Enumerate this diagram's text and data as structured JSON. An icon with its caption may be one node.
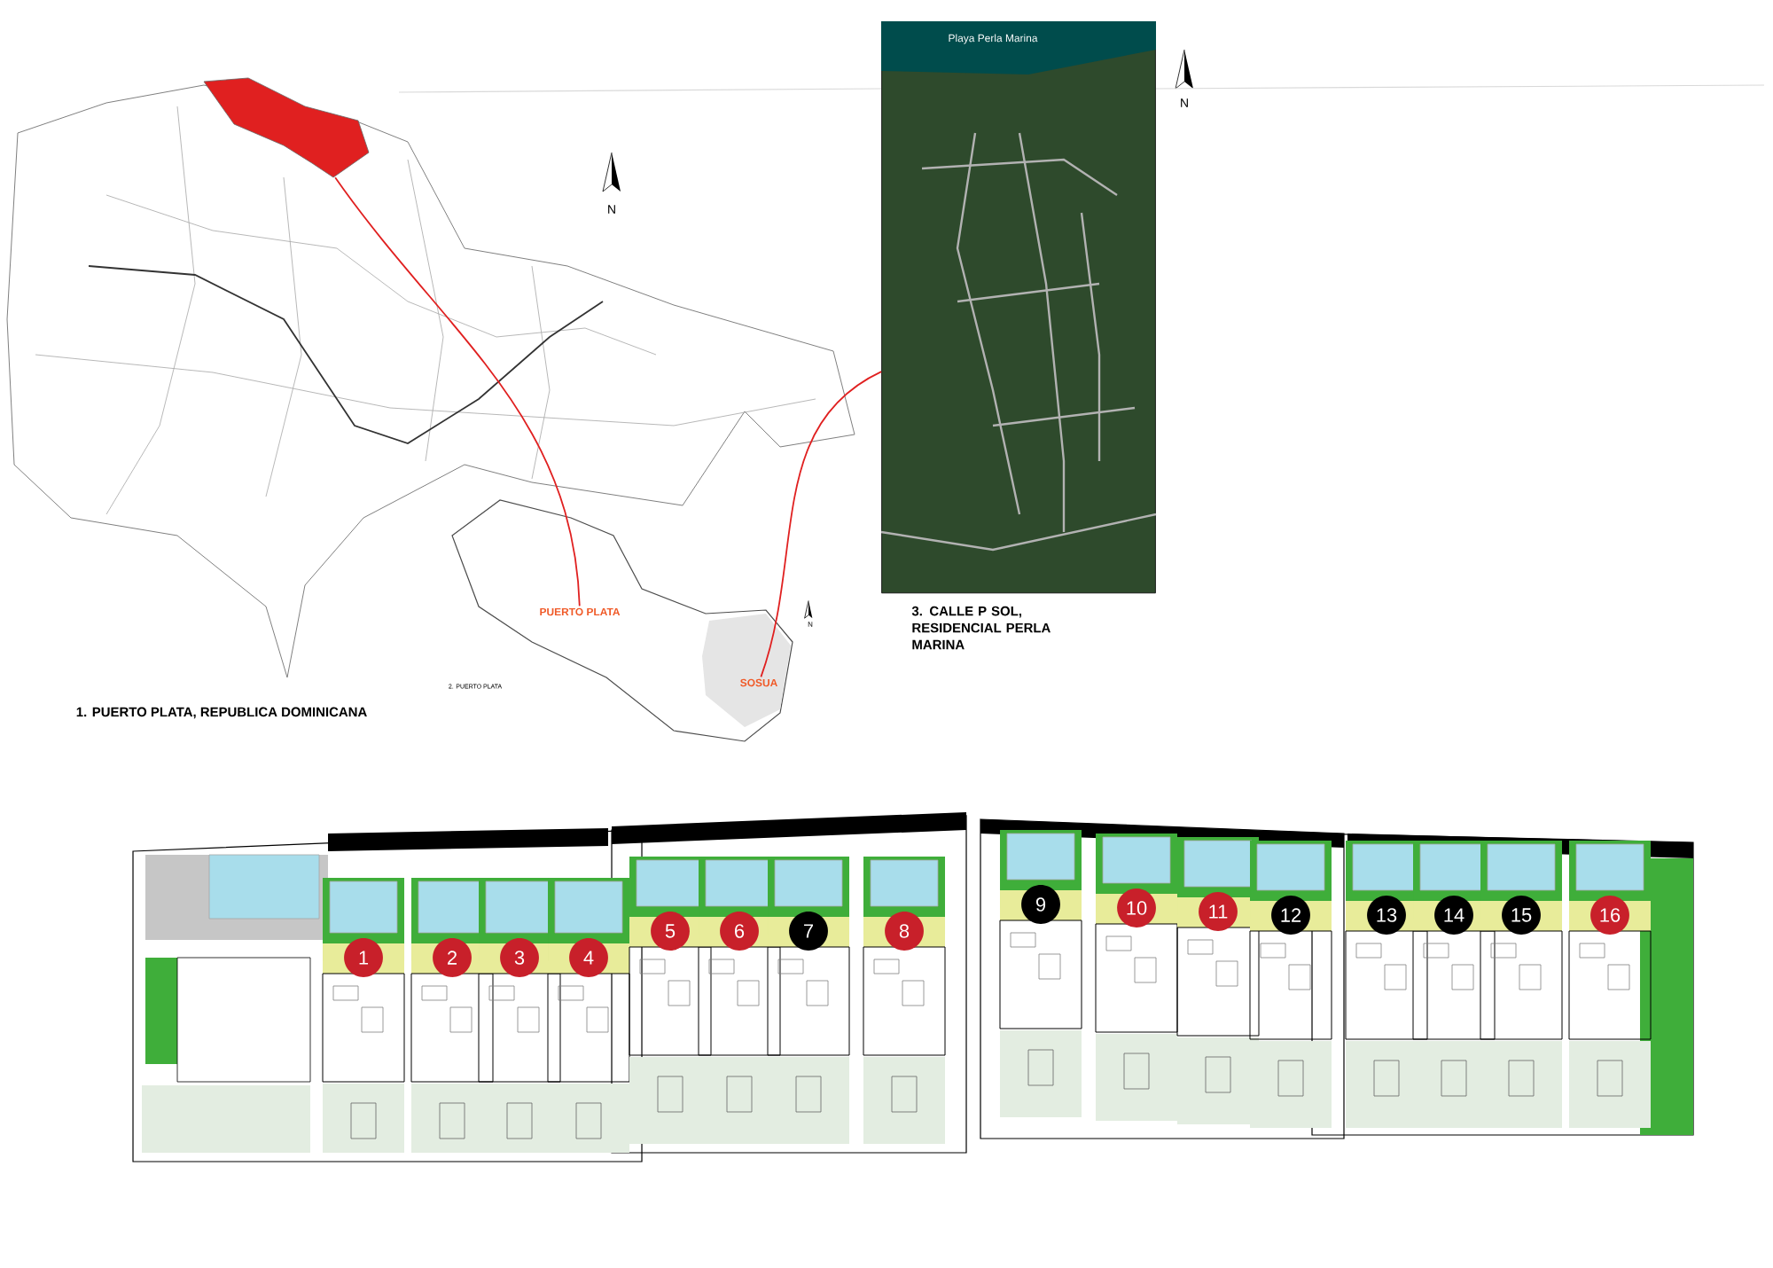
{
  "diagram": {
    "nodes": [
      {
        "text": [],
        "shape": "picture"
      },
      {
        "text": [
          "PUERTO PLATA"
        ]
      },
      {
        "text": [
          "SOSUA"
        ]
      },
      {
        "text": [],
        "shape": "picture"
      },
      {
        "text": [
          "1"
        ]
      },
      {
        "text": [
          "2"
        ]
      },
      {
        "text": [
          "3"
        ]
      },
      {
        "text": [
          "4"
        ]
      },
      {
        "text": [
          "5"
        ]
      },
      {
        "text": [
          "6"
        ]
      },
      {
        "text": [
          "7"
        ]
      },
      {
        "text": [
          "8"
        ]
      },
      {
        "text": [
          "9"
        ]
      },
      {
        "text": [
          "10"
        ]
      },
      {
        "text": [
          "11"
        ]
      },
      {
        "text": [
          "12"
        ]
      },
      {
        "text": [
          "13"
        ]
      },
      {
        "text": [
          "14"
        ]
      },
      {
        "text": [
          "15"
        ]
      },
      {
        "text": [
          "16"
        ]
      }
    ],
    "edges": [
      {
        "from": 0,
        "to": 1,
        "arrow": "none"
      },
      {
        "from": 2,
        "to": 3,
        "arrow": "none"
      }
    ],
    "labels": [
      "N",
      "Playa Perla Marina",
      "N",
      "N",
      "1. PUERTO PLATA, REPUBLICA DOMINICANA",
      "2. PUERTO PLATA",
      "3. CALLE P SOL, RESIDENCIAL PERLA MARINA"
    ]
  }
}
